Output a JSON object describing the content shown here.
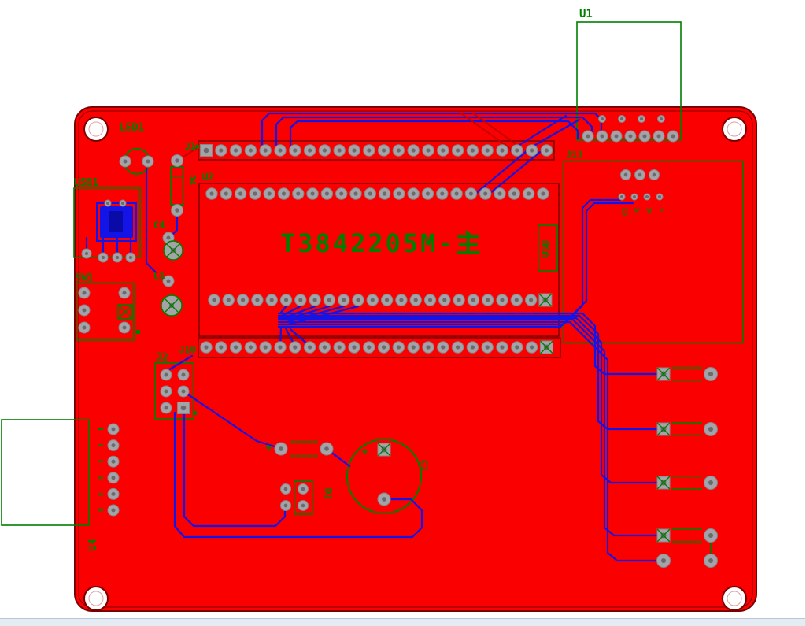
{
  "canvas": {
    "type": "pcb-layout-editor"
  },
  "pcb": {
    "silkscreen_title": "T3842205M-主",
    "designators": {
      "u1": "U1",
      "j1": "J1",
      "u2": "U2",
      "j13": "J13",
      "usb_label": "USB",
      "j10": "J10",
      "led1": "LED1",
      "usb1": "USB1",
      "d4": "D4",
      "c4": "C4",
      "l1": "L1",
      "sw1": "SW1",
      "j2": "J2",
      "u4": "U4",
      "c1": "C1",
      "d2": "D2",
      "plus_resistor": "+",
      "plus_cap": "+"
    },
    "usb_pin_labels": [
      "5V",
      "D-",
      "D+",
      "G"
    ],
    "colors": {
      "board": "#fb0000",
      "board_outline": "#7a0000",
      "silkscreen": "#007e00",
      "bottom_trace": "#1414e6",
      "top_trace": "#c40000",
      "pad": "#a4a4a8",
      "pad_hole": "#6b6b6f"
    }
  }
}
